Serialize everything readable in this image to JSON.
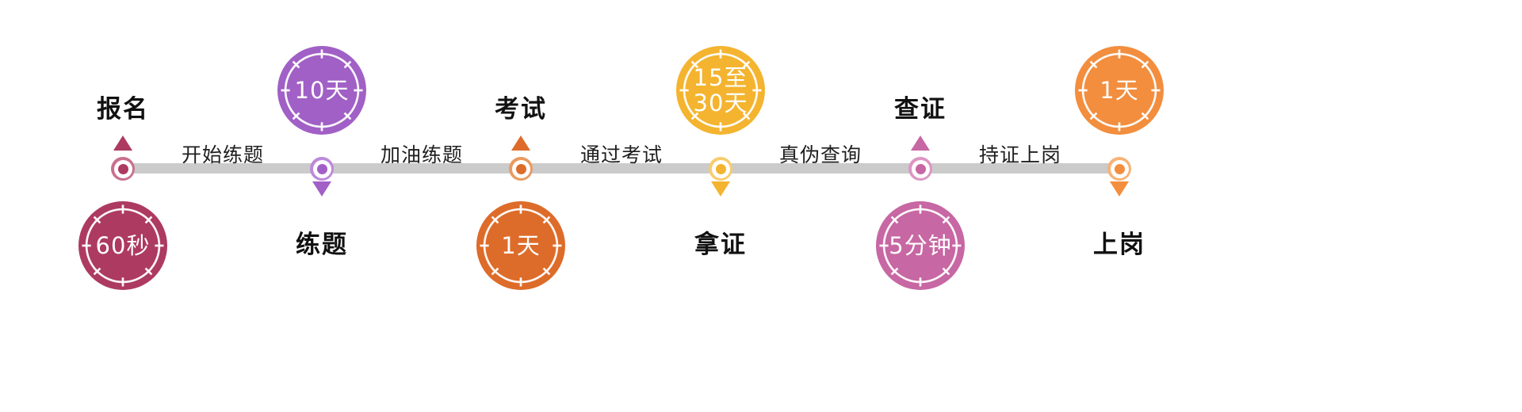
{
  "timeline": {
    "bar_color": "#cbcbcb",
    "nodes": [
      {
        "label": "报名",
        "duration": "60秒",
        "color": "#ad3a61",
        "color_light": "#c9708f"
      },
      {
        "label": "练题",
        "duration": "10天",
        "color": "#a160c6",
        "color_light": "#bc8ad9"
      },
      {
        "label": "考试",
        "duration": "1天",
        "color": "#dd6c2a",
        "color_light": "#ea9a60"
      },
      {
        "label": "拿证",
        "duration": "15至\n30天",
        "color": "#f4b42f",
        "color_light": "#f8cc6e"
      },
      {
        "label": "查证",
        "duration": "5分钟",
        "color": "#c767a3",
        "color_light": "#dc96c2"
      },
      {
        "label": "上岗",
        "duration": "1天",
        "color": "#f28e3e",
        "color_light": "#f7b377"
      }
    ],
    "connectors": [
      {
        "label": "开始练题"
      },
      {
        "label": "加油练题"
      },
      {
        "label": "通过考试"
      },
      {
        "label": "真伪查询"
      },
      {
        "label": "持证上岗"
      }
    ]
  }
}
